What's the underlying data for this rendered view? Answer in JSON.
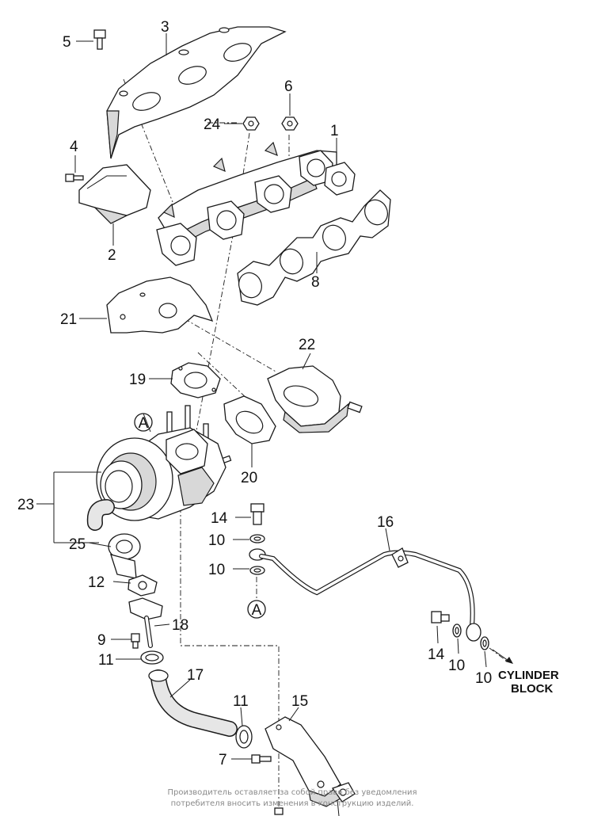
{
  "labels": {
    "n1": "1",
    "n2": "2",
    "n3": "3",
    "n4": "4",
    "n5": "5",
    "n6": "6",
    "n7": "7",
    "n8": "8",
    "n9": "9",
    "n10a": "10",
    "n10b": "10",
    "n10c": "10",
    "n10d": "10",
    "n11a": "11",
    "n11b": "11",
    "n12": "12",
    "n14a": "14",
    "n14b": "14",
    "n15": "15",
    "n16": "16",
    "n17": "17",
    "n18": "18",
    "n19": "19",
    "n20": "20",
    "n21": "21",
    "n22": "22",
    "n23": "23",
    "n24": "24",
    "n25": "25"
  },
  "callouts": {
    "a_top": "A",
    "a_bottom": "A"
  },
  "destination": {
    "line1": "CYLINDER",
    "line2": "BLOCK"
  },
  "footer": {
    "line1": "Производитель оставляет за собой право без уведомления",
    "line2": "потребителя вносить изменения в конструкцию изделий."
  }
}
